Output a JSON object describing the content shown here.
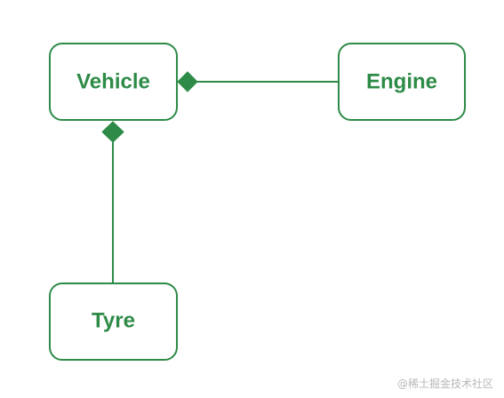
{
  "nodes": {
    "vehicle": "Vehicle",
    "engine": "Engine",
    "tyre": "Tyre"
  },
  "relations": [
    {
      "from": "vehicle",
      "to": "engine",
      "type": "composition"
    },
    {
      "from": "vehicle",
      "to": "tyre",
      "type": "composition"
    }
  ],
  "watermark": "@稀土掘金技术社区",
  "colors": {
    "stroke": "#2e8b47",
    "watermark": "#b8b8b8"
  }
}
